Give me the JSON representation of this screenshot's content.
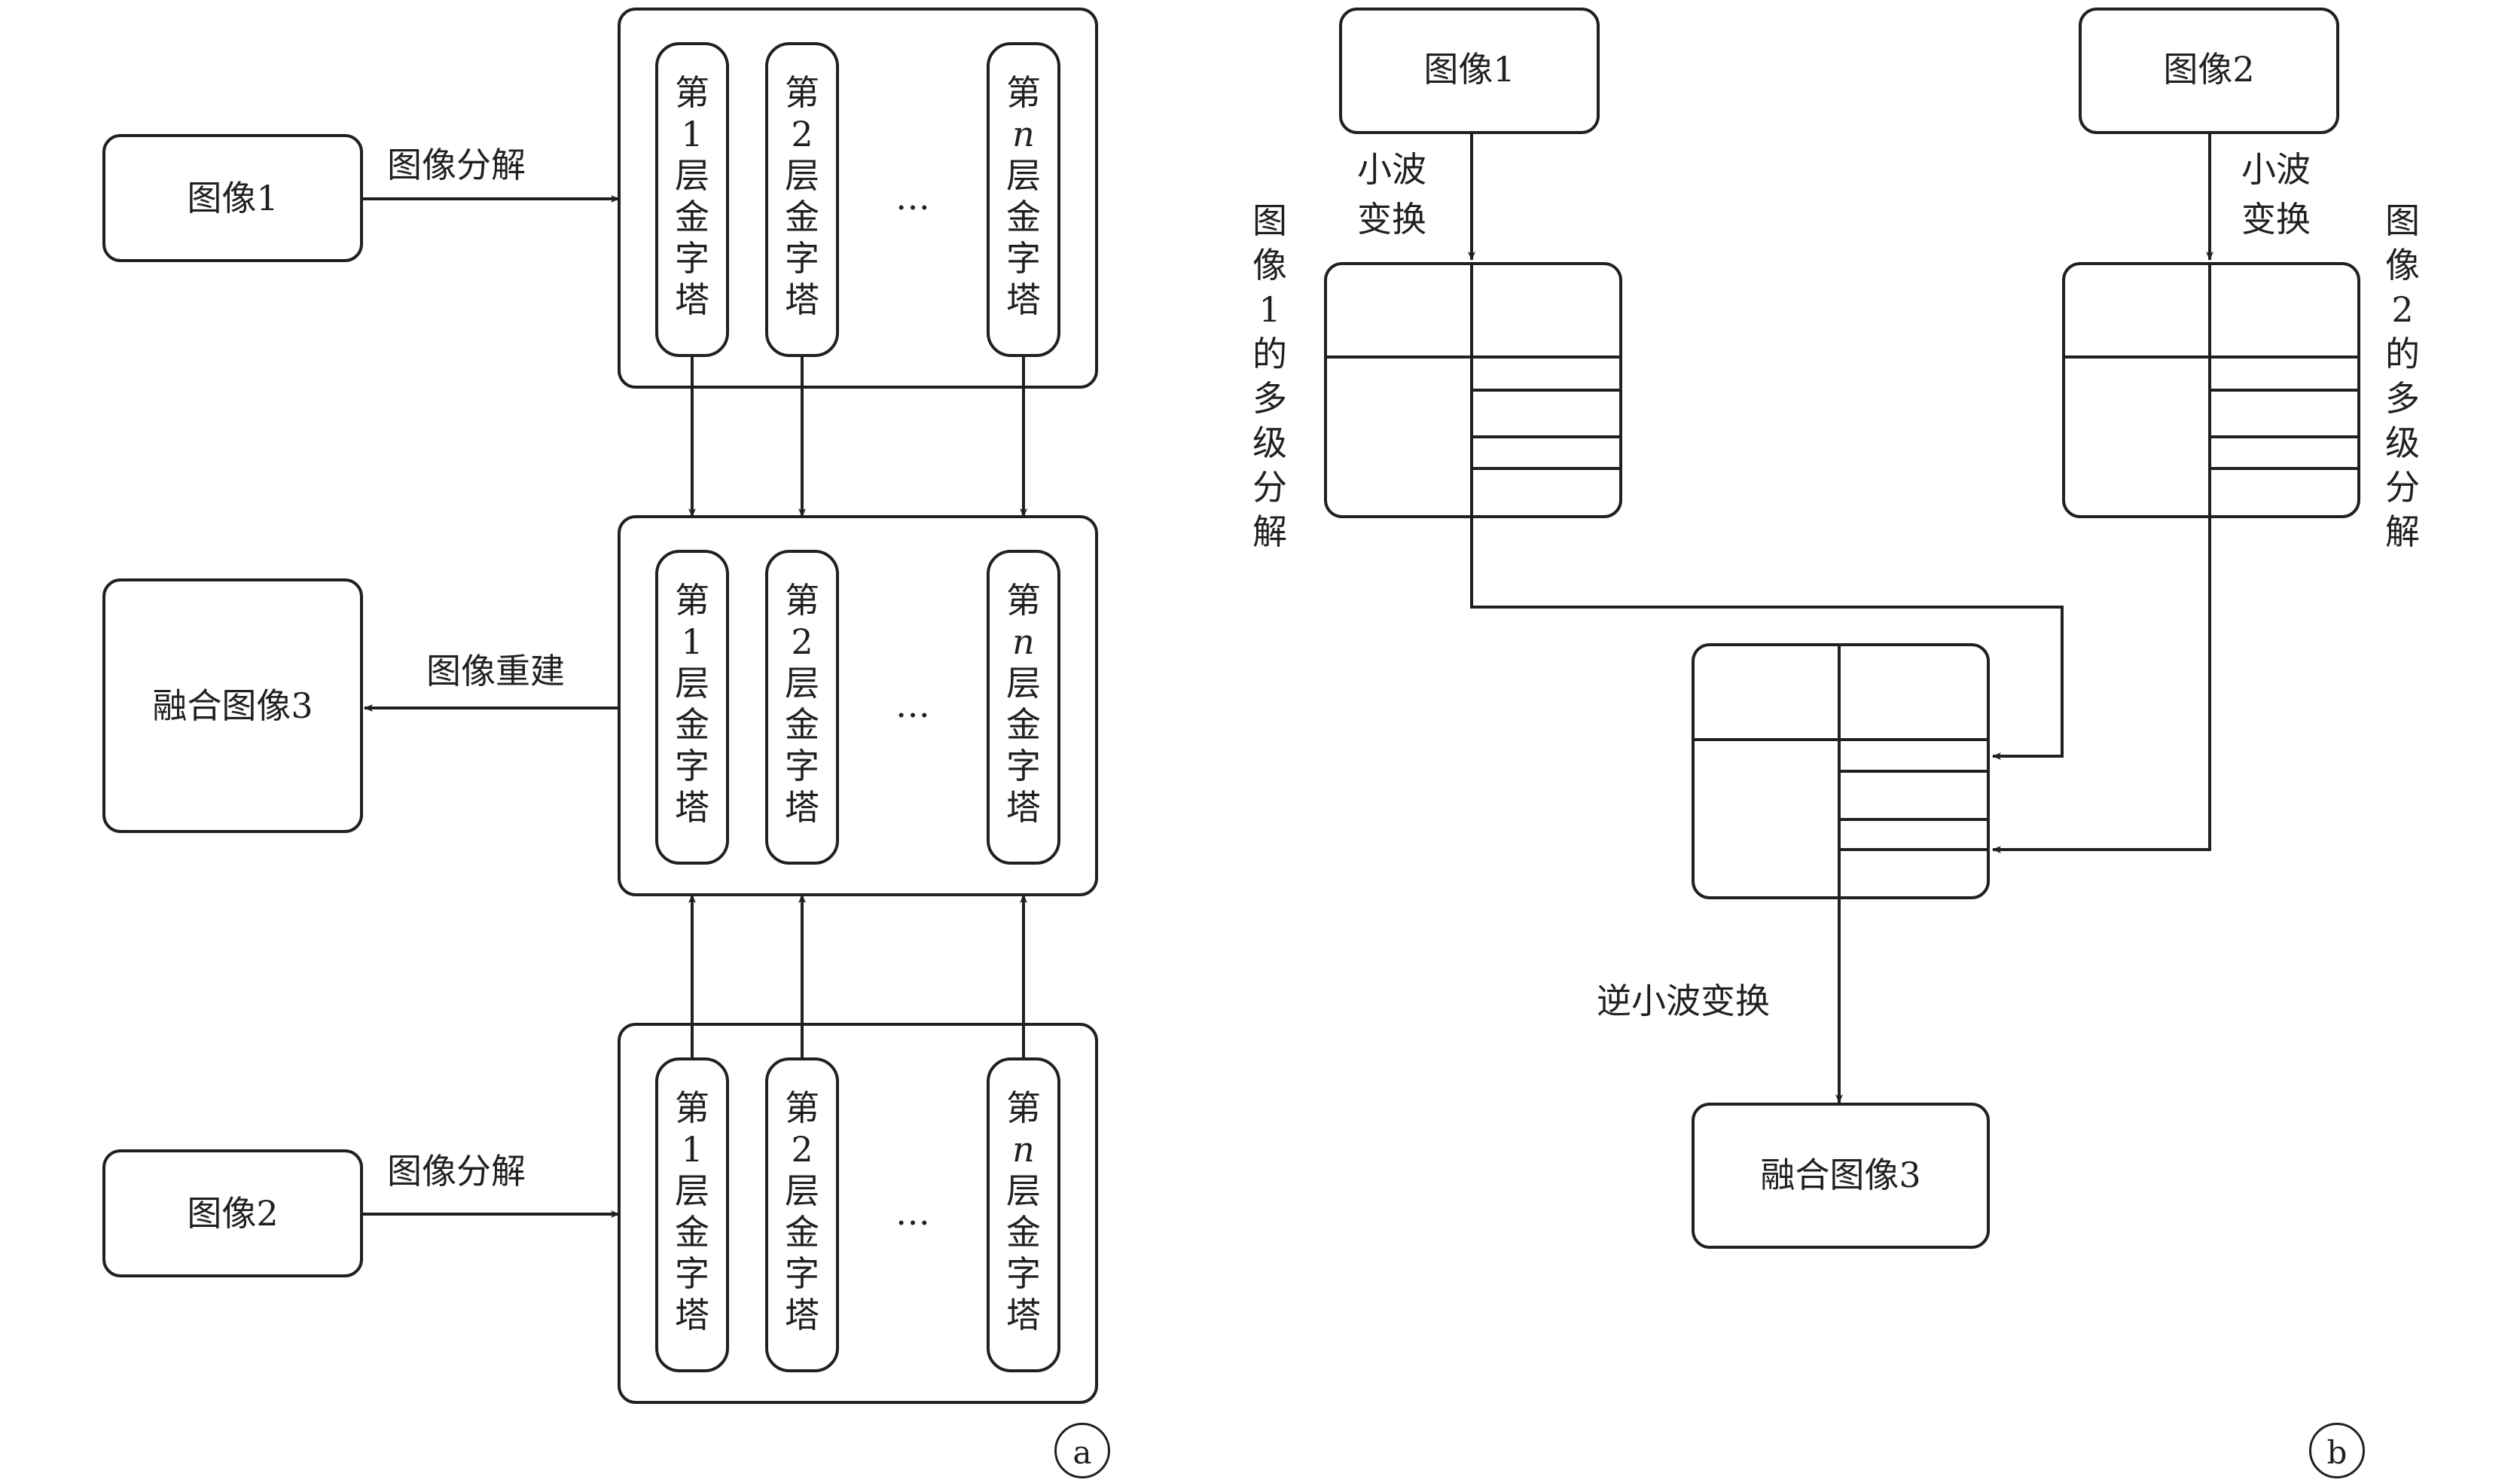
{
  "a": {
    "input1": "图像1",
    "input2": "图像2",
    "decompose1": "图像分解",
    "decompose2": "图像分解",
    "reconstruct": "图像重建",
    "fused": "融合图像3",
    "pyr_top": [
      [
        "第",
        "1",
        "层",
        "金",
        "字",
        "塔"
      ],
      [
        "第",
        "2",
        "层",
        "金",
        "字",
        "塔"
      ],
      [
        "第",
        "n",
        "层",
        "金",
        "字",
        "塔"
      ]
    ],
    "pyr_mid": [
      [
        "第",
        "1",
        "层",
        "金",
        "字",
        "塔"
      ],
      [
        "第",
        "2",
        "层",
        "金",
        "字",
        "塔"
      ],
      [
        "第",
        "n",
        "层",
        "金",
        "字",
        "塔"
      ]
    ],
    "pyr_bot": [
      [
        "第",
        "1",
        "层",
        "金",
        "字",
        "塔"
      ],
      [
        "第",
        "2",
        "层",
        "金",
        "字",
        "塔"
      ],
      [
        "第",
        "n",
        "层",
        "金",
        "字",
        "塔"
      ]
    ],
    "ellipsis_top": "…",
    "ellipsis_mid": "…",
    "ellipsis_bot": "…",
    "panel_label": "a"
  },
  "b": {
    "input1": "图像1",
    "input2": "图像2",
    "wt1": [
      "小波",
      "变换"
    ],
    "wt2": [
      "小波",
      "变换"
    ],
    "multi1": [
      "图",
      "像",
      "1",
      "的",
      "多",
      "级",
      "分",
      "解"
    ],
    "multi2": [
      "图",
      "像",
      "2",
      "的",
      "多",
      "级",
      "分",
      "解"
    ],
    "inverse": "逆小波变换",
    "fused": "融合图像3",
    "panel_label": "b"
  }
}
